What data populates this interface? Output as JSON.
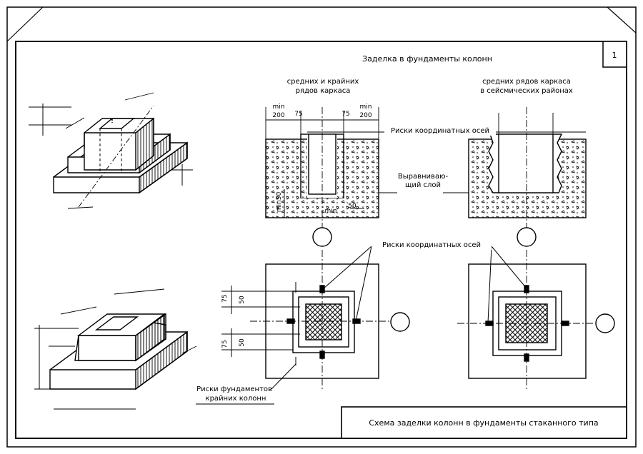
{
  "sheet_number": "1",
  "heading": "Заделка в фундаменты колонн",
  "col_left": {
    "line1": "средних и крайних",
    "line2": "рядов каркаса"
  },
  "col_right": {
    "line1": "средних рядов каркаса",
    "line2": "в сейсмических районах"
  },
  "dims": {
    "min": "min",
    "min200": "200",
    "d75": "75",
    "d50": "50",
    "min50": "min50",
    "min_small": "min"
  },
  "labels": {
    "axis_marks_top": "Риски координатных осей",
    "leveling_line1": "Выравниваю-",
    "leveling_line2": "щий слой",
    "axis_marks_mid": "Риски координатных осей",
    "foundation_marks_line1": "Риски фундаментов",
    "foundation_marks_line2": "крайних колонн"
  },
  "title_block": "Схема заделки колонн в фундаменты стаканного типа"
}
